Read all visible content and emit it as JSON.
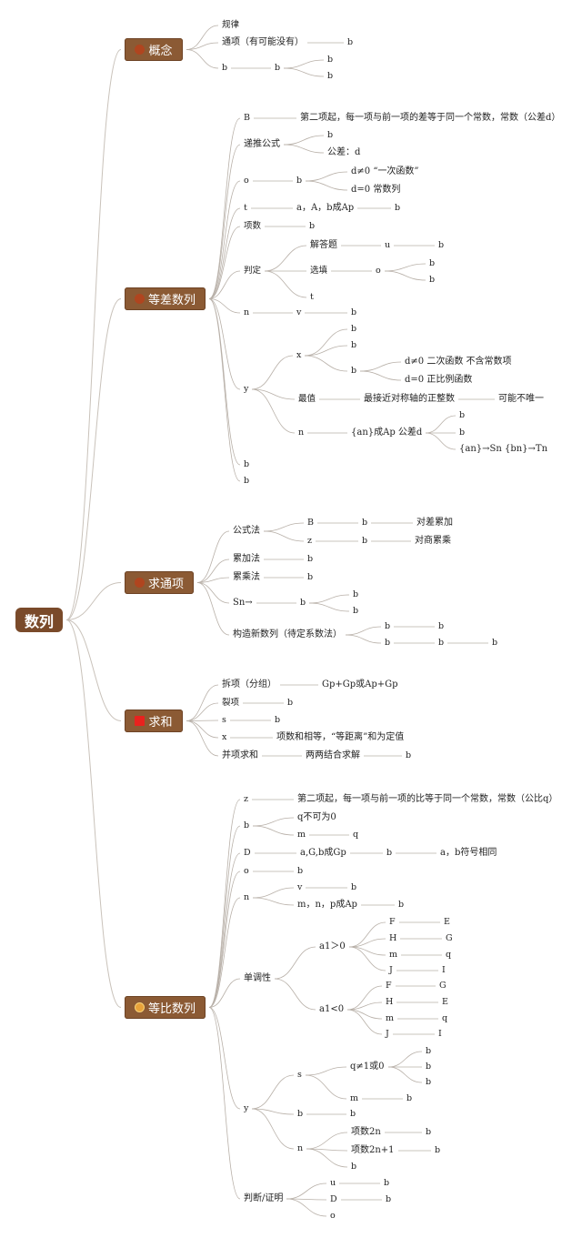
{
  "root": {
    "label": "数列"
  },
  "categories": [
    {
      "id": "c1",
      "label": "概念",
      "icon": "bullet-icon",
      "color": "#b0451f"
    },
    {
      "id": "c2",
      "label": "等差数列",
      "icon": "bullet-icon",
      "color": "#b0451f"
    },
    {
      "id": "c3",
      "label": "求通项",
      "icon": "bullet-icon",
      "color": "#b0451f"
    },
    {
      "id": "c4",
      "label": "求和",
      "icon": "red-square-icon",
      "color": "#e8221e"
    },
    {
      "id": "c5",
      "label": "等比数列",
      "icon": "medal-icon",
      "color": "#e8a23a"
    }
  ],
  "nodes": [
    {
      "id": "n1",
      "t": "规律"
    },
    {
      "id": "n2",
      "t": "通项（有可能没有）"
    },
    {
      "id": "n2a",
      "t": "b"
    },
    {
      "id": "n3",
      "t": "b"
    },
    {
      "id": "n3a",
      "t": "b"
    },
    {
      "id": "n3a1",
      "t": "b"
    },
    {
      "id": "n3a2",
      "t": "b"
    },
    {
      "id": "d1",
      "t": "B"
    },
    {
      "id": "d1a",
      "t": "第二项起，每一项与前一项的差等于同一个常数，常数（公差d）"
    },
    {
      "id": "d2",
      "t": "递推公式"
    },
    {
      "id": "d2a",
      "t": "b"
    },
    {
      "id": "d2b",
      "t": "公差：d"
    },
    {
      "id": "d3",
      "t": "o"
    },
    {
      "id": "d3a",
      "t": "b"
    },
    {
      "id": "d3a1",
      "t": "d≠0 “一次函数”"
    },
    {
      "id": "d3a2",
      "t": "d=0 常数列"
    },
    {
      "id": "d4",
      "t": "t"
    },
    {
      "id": "d4a",
      "t": "a，A，b成Ap"
    },
    {
      "id": "d4b",
      "t": "b"
    },
    {
      "id": "d5",
      "t": "项数"
    },
    {
      "id": "d5a",
      "t": "b"
    },
    {
      "id": "d6",
      "t": "判定"
    },
    {
      "id": "d6a",
      "t": "解答题"
    },
    {
      "id": "d6a1",
      "t": "u"
    },
    {
      "id": "d6a2",
      "t": "b"
    },
    {
      "id": "d6b",
      "t": "选填"
    },
    {
      "id": "d6b1",
      "t": "o"
    },
    {
      "id": "d6b2",
      "t": "b"
    },
    {
      "id": "d6b3",
      "t": "b"
    },
    {
      "id": "d6c",
      "t": "t"
    },
    {
      "id": "d7",
      "t": "n"
    },
    {
      "id": "d7a",
      "t": "v"
    },
    {
      "id": "d7b",
      "t": "b"
    },
    {
      "id": "d8",
      "t": "y"
    },
    {
      "id": "d8a",
      "t": "x"
    },
    {
      "id": "d8a1",
      "t": "b"
    },
    {
      "id": "d8a2",
      "t": "b"
    },
    {
      "id": "d8a3",
      "t": "b"
    },
    {
      "id": "d8a3a",
      "t": "d≠0 二次函数 不含常数项"
    },
    {
      "id": "d8a3b",
      "t": "d=0 正比例函数"
    },
    {
      "id": "d8b",
      "t": "最值"
    },
    {
      "id": "d8b1",
      "t": "最接近对称轴的正整数"
    },
    {
      "id": "d8b2",
      "t": "可能不唯一"
    },
    {
      "id": "d8c",
      "t": "n"
    },
    {
      "id": "d8c1",
      "t": "{an}成Ap 公差d"
    },
    {
      "id": "d8c1a",
      "t": "b"
    },
    {
      "id": "d8c1b",
      "t": "b"
    },
    {
      "id": "d8c1c",
      "t": "{an}→Sn {bn}→Tn"
    },
    {
      "id": "d9",
      "t": "b"
    },
    {
      "id": "d10",
      "t": "b"
    },
    {
      "id": "t1",
      "t": "公式法"
    },
    {
      "id": "t1a",
      "t": "B"
    },
    {
      "id": "t1a1",
      "t": "b"
    },
    {
      "id": "t1a2",
      "t": "对差累加"
    },
    {
      "id": "t1b",
      "t": "z"
    },
    {
      "id": "t1b1",
      "t": "b"
    },
    {
      "id": "t1b2",
      "t": "对商累乘"
    },
    {
      "id": "t2",
      "t": "累加法"
    },
    {
      "id": "t2a",
      "t": "b"
    },
    {
      "id": "t3",
      "t": "累乘法"
    },
    {
      "id": "t3a",
      "t": "b"
    },
    {
      "id": "t4",
      "t": "Sn→"
    },
    {
      "id": "t4a",
      "t": "b"
    },
    {
      "id": "t4a1",
      "t": "b"
    },
    {
      "id": "t4a2",
      "t": "b"
    },
    {
      "id": "t5",
      "t": "构造新数列（待定系数法）"
    },
    {
      "id": "t5a",
      "t": "b"
    },
    {
      "id": "t5a1",
      "t": "b"
    },
    {
      "id": "t5b",
      "t": "b"
    },
    {
      "id": "t5b1",
      "t": "b"
    },
    {
      "id": "t5b2",
      "t": "b"
    },
    {
      "id": "s1",
      "t": "拆项（分组）"
    },
    {
      "id": "s1a",
      "t": "Gp+Gp或Ap+Gp"
    },
    {
      "id": "s2",
      "t": "裂项"
    },
    {
      "id": "s2a",
      "t": "b"
    },
    {
      "id": "s3",
      "t": "s"
    },
    {
      "id": "s3a",
      "t": "b"
    },
    {
      "id": "s4",
      "t": "x"
    },
    {
      "id": "s4a",
      "t": "项数和相等，“等距离”和为定值"
    },
    {
      "id": "s5",
      "t": "并项求和"
    },
    {
      "id": "s5a",
      "t": "两两结合求解"
    },
    {
      "id": "s5b",
      "t": "b"
    },
    {
      "id": "g1",
      "t": "z"
    },
    {
      "id": "g1a",
      "t": "第二项起，每一项与前一项的比等于同一个常数，常数（公比q）"
    },
    {
      "id": "g2",
      "t": "b"
    },
    {
      "id": "g2a",
      "t": "q不可为0"
    },
    {
      "id": "g2b",
      "t": "m"
    },
    {
      "id": "g2b1",
      "t": "q"
    },
    {
      "id": "g3",
      "t": "D"
    },
    {
      "id": "g3a",
      "t": "a,G,b成Gp"
    },
    {
      "id": "g3b",
      "t": "b"
    },
    {
      "id": "g3c",
      "t": "a，b符号相同"
    },
    {
      "id": "g4",
      "t": "o"
    },
    {
      "id": "g4a",
      "t": "b"
    },
    {
      "id": "g5",
      "t": "n"
    },
    {
      "id": "g5a",
      "t": "v"
    },
    {
      "id": "g5a1",
      "t": "b"
    },
    {
      "id": "g5b",
      "t": "m，n，p成Ap"
    },
    {
      "id": "g5b1",
      "t": "b"
    },
    {
      "id": "g6",
      "t": "单调性"
    },
    {
      "id": "g6a",
      "t": "a1＞0"
    },
    {
      "id": "g6a1",
      "t": "F"
    },
    {
      "id": "g6a1r",
      "t": "E"
    },
    {
      "id": "g6a2",
      "t": "H"
    },
    {
      "id": "g6a2r",
      "t": "G"
    },
    {
      "id": "g6a3",
      "t": "m"
    },
    {
      "id": "g6a3r",
      "t": "q"
    },
    {
      "id": "g6a4",
      "t": "J"
    },
    {
      "id": "g6a4r",
      "t": "I"
    },
    {
      "id": "g6b",
      "t": "a1<0"
    },
    {
      "id": "g6b1",
      "t": "F"
    },
    {
      "id": "g6b1r",
      "t": "G"
    },
    {
      "id": "g6b2",
      "t": "H"
    },
    {
      "id": "g6b2r",
      "t": "E"
    },
    {
      "id": "g6b3",
      "t": "m"
    },
    {
      "id": "g6b3r",
      "t": "q"
    },
    {
      "id": "g6b4",
      "t": "J"
    },
    {
      "id": "g6b4r",
      "t": "I"
    },
    {
      "id": "g7",
      "t": "y"
    },
    {
      "id": "g7a",
      "t": "s"
    },
    {
      "id": "g7a1",
      "t": "q≠1或0"
    },
    {
      "id": "g7a1a",
      "t": "b"
    },
    {
      "id": "g7a1b",
      "t": "b"
    },
    {
      "id": "g7a1c",
      "t": "b"
    },
    {
      "id": "g7a2",
      "t": "m"
    },
    {
      "id": "g7a2a",
      "t": "b"
    },
    {
      "id": "g7b",
      "t": "b"
    },
    {
      "id": "g7b1",
      "t": "b"
    },
    {
      "id": "g7c",
      "t": "n"
    },
    {
      "id": "g7c1",
      "t": "项数2n"
    },
    {
      "id": "g7c1a",
      "t": "b"
    },
    {
      "id": "g7c2",
      "t": "项数2n+1"
    },
    {
      "id": "g7c2a",
      "t": "b"
    },
    {
      "id": "g7c3",
      "t": "b"
    },
    {
      "id": "g8",
      "t": "判断/证明"
    },
    {
      "id": "g8a",
      "t": "u"
    },
    {
      "id": "g8a1",
      "t": "b"
    },
    {
      "id": "g8b",
      "t": "D"
    },
    {
      "id": "g8b1",
      "t": "b"
    },
    {
      "id": "g8c",
      "t": "o"
    }
  ]
}
